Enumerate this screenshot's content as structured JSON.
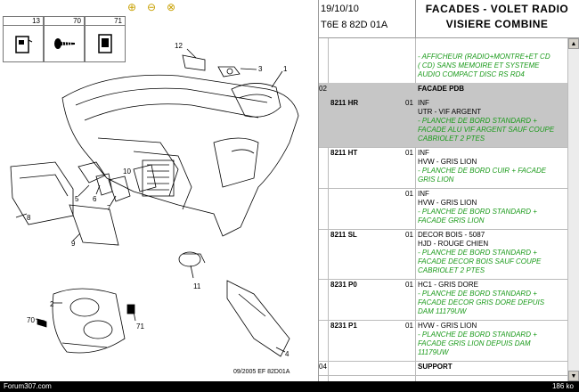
{
  "thumbs": [
    {
      "num": "13"
    },
    {
      "num": "70"
    },
    {
      "num": "71"
    }
  ],
  "drawing": {
    "footer": "09/2005   EF 82D01A",
    "callouts": [
      "12",
      "3",
      "1",
      "10",
      "5",
      "6",
      "7",
      "9",
      "8",
      "11",
      "2",
      "70",
      "71",
      "4"
    ]
  },
  "header": {
    "date": "19/10/10",
    "ref": "T6E 8 82D 01A",
    "title_line1": "FACADES - VOLET RADIO",
    "title_line2": "VISIERE COMBINE"
  },
  "rows": [
    {
      "num": "",
      "code": "",
      "idx": "",
      "lines": [
        "- AFFICHEUR (RADIO+MONTRE+ET CD",
        "( CD) SANS MEMOIRE ET SYSTEME",
        "AUDIO COMPACT DISC RS RD4"
      ],
      "first_green": true
    },
    {
      "num": "02",
      "code": "",
      "idx": "",
      "lines": [
        "FACADE PDB"
      ],
      "bold": true,
      "selected": true
    },
    {
      "num": "",
      "code": "8211 HR",
      "idx": "01",
      "lines": [
        "INF",
        "UTR - VIF ARGENT",
        "- PLANCHE DE BORD STANDARD +",
        "FACADE ALU VIF ARGENT SAUF COUPE",
        "CABRIOLET 2 PTES"
      ],
      "selected": true
    },
    {
      "num": "",
      "code": "8211 HT",
      "idx": "01",
      "lines": [
        "INF",
        "HVW - GRIS LION",
        "- PLANCHE DE BORD CUIR + FACADE",
        "GRIS LION"
      ]
    },
    {
      "num": "",
      "code": "",
      "idx": "01",
      "lines": [
        "INF",
        "HVW - GRIS LION",
        "- PLANCHE DE BORD STANDARD +",
        "FACADE GRIS LION"
      ]
    },
    {
      "num": "",
      "code": "8211 SL",
      "idx": "01",
      "lines": [
        "DECOR BOIS - 5087",
        "HJD - ROUGE CHIEN",
        "- PLANCHE DE BORD STANDARD +",
        "FACADE DECOR BOIS SAUF COUPE",
        "CABRIOLET 2 PTES"
      ]
    },
    {
      "num": "",
      "code": "8231 P0",
      "idx": "01",
      "lines": [
        "HC1 - GRIS DORE",
        "- PLANCHE DE BORD STANDARD +",
        "FACADE DECOR GRIS DORE DEPUIS",
        "DAM 11179UW"
      ]
    },
    {
      "num": "",
      "code": "8231 P1",
      "idx": "01",
      "lines": [
        "HVW - GRIS LION",
        "- PLANCHE DE BORD STANDARD +",
        "FACADE GRIS LION DEPUIS DAM",
        "11179UW"
      ]
    },
    {
      "num": "04",
      "code": "",
      "idx": "",
      "lines": [
        "SUPPORT"
      ],
      "bold": true
    }
  ],
  "status": {
    "left": "Forum307.com",
    "right": "186 ko"
  },
  "colors": {
    "green": "#1a9a1a",
    "selected": "#c6c6c6",
    "zoom": "#c8a000"
  }
}
